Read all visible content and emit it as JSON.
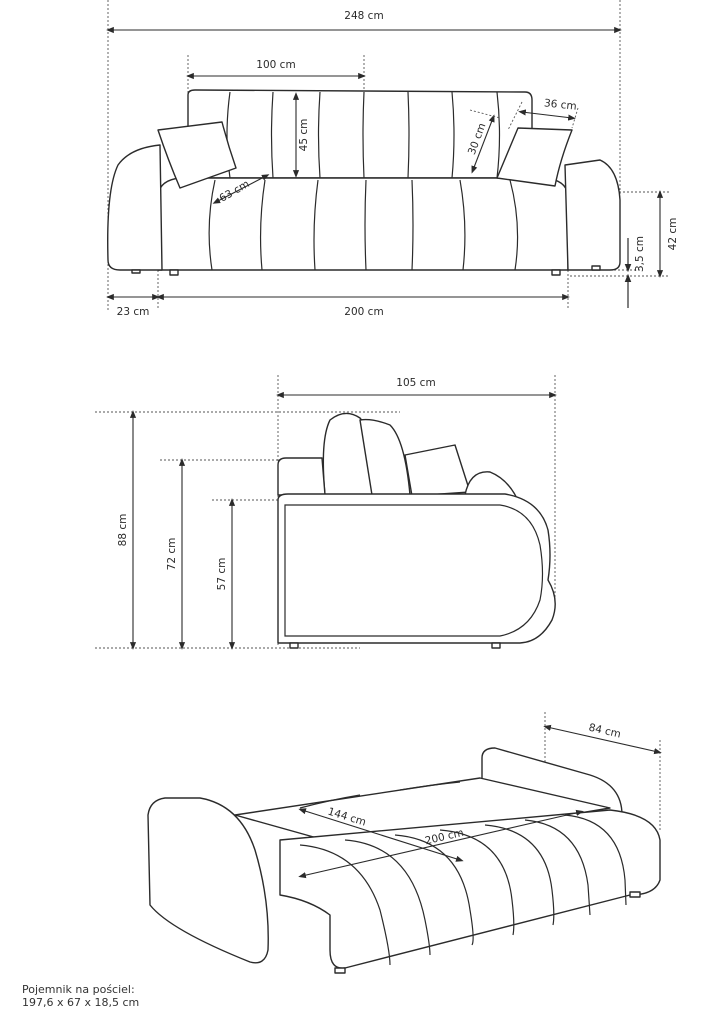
{
  "front_view": {
    "width_total": "248 cm",
    "backrest_width": "100 cm",
    "backrest_height": "45 cm",
    "pillow_width": "36 cm",
    "pillow_height": "30 cm",
    "seat_depth": "63 cm",
    "seat_height": "42 cm",
    "leg_height": "3,5 cm",
    "armrest_width": "23 cm",
    "seat_width": "200 cm"
  },
  "side_view": {
    "depth": "105 cm",
    "height_total": "88 cm",
    "armrest_height": "72 cm",
    "seat_height": "57 cm"
  },
  "bed_view": {
    "backrest_depth": "84 cm",
    "bed_width": "144 cm",
    "bed_length": "200 cm"
  },
  "storage": {
    "label": "Pojemnik na pościel:",
    "dimensions": "197,6 x 67 x 18,5 cm"
  }
}
